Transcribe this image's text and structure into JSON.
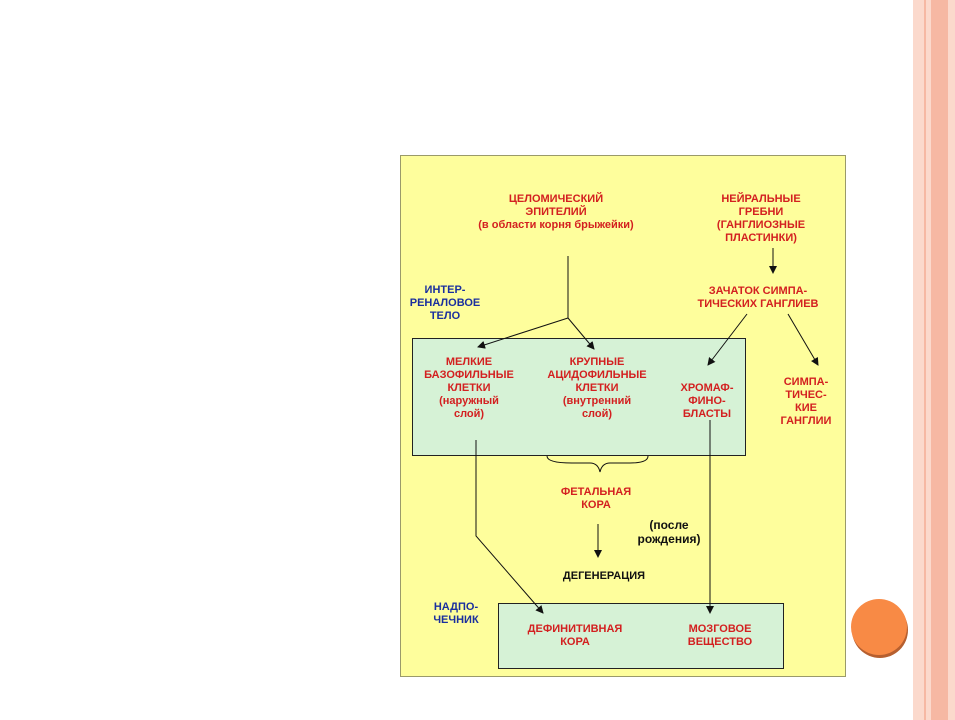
{
  "colors": {
    "accent": "#f88a45",
    "stripe_light": "#fbd9cc",
    "stripe_mid": "#f6b8a3",
    "diagram_bg": "#fefe9c",
    "box_fill": "#d6f2d6",
    "label_red": "#d32020",
    "label_blue": "#1a2f9e"
  },
  "diagram": {
    "coelomic_epithelium": "ЦЕЛОМИЧЕСКИЙ\nЭПИТЕЛИЙ\n(в области корня брыжейки)",
    "neural_crests": "НЕЙРАЛЬНЫЕ\nГРЕБНИ\n(ГАНГЛИОЗНЫЕ\nПЛАСТИНКИ)",
    "interrenal_body": "ИНТЕР-\nРЕНАЛОВОЕ\nТЕЛО",
    "sympathetic_primordium": "ЗАЧАТОК  СИМПА-\nТИЧЕСКИХ  ГАНГЛИЕВ",
    "small_basophilic_cells": "МЕЛКИЕ\nБАЗОФИЛЬНЫЕ\nКЛЕТКИ\n(наружный\nслой)",
    "large_acidophilic_cells": "КРУПНЫЕ\nАЦИДОФИЛЬНЫЕ\nКЛЕТКИ\n(внутренний\nслой)",
    "chromaffinoblasts": "ХРОМАФ-\nФИНО-\nБЛАСТЫ",
    "sympathetic_ganglia": "СИМПА-\nТИЧЕС-\nКИЕ\nГАНГЛИИ",
    "fetal_cortex": "ФЕТАЛЬНАЯ\nКОРА",
    "after_birth": "(после\nрождения)",
    "degeneration": "ДЕГЕНЕРАЦИЯ",
    "adrenal_gland": "НАДПО-\nЧЕЧНИК",
    "definitive_cortex": "ДЕФИНИТИВНАЯ\nКОРА",
    "medulla": "МОЗГОВОЕ\nВЕЩЕСТВО"
  }
}
